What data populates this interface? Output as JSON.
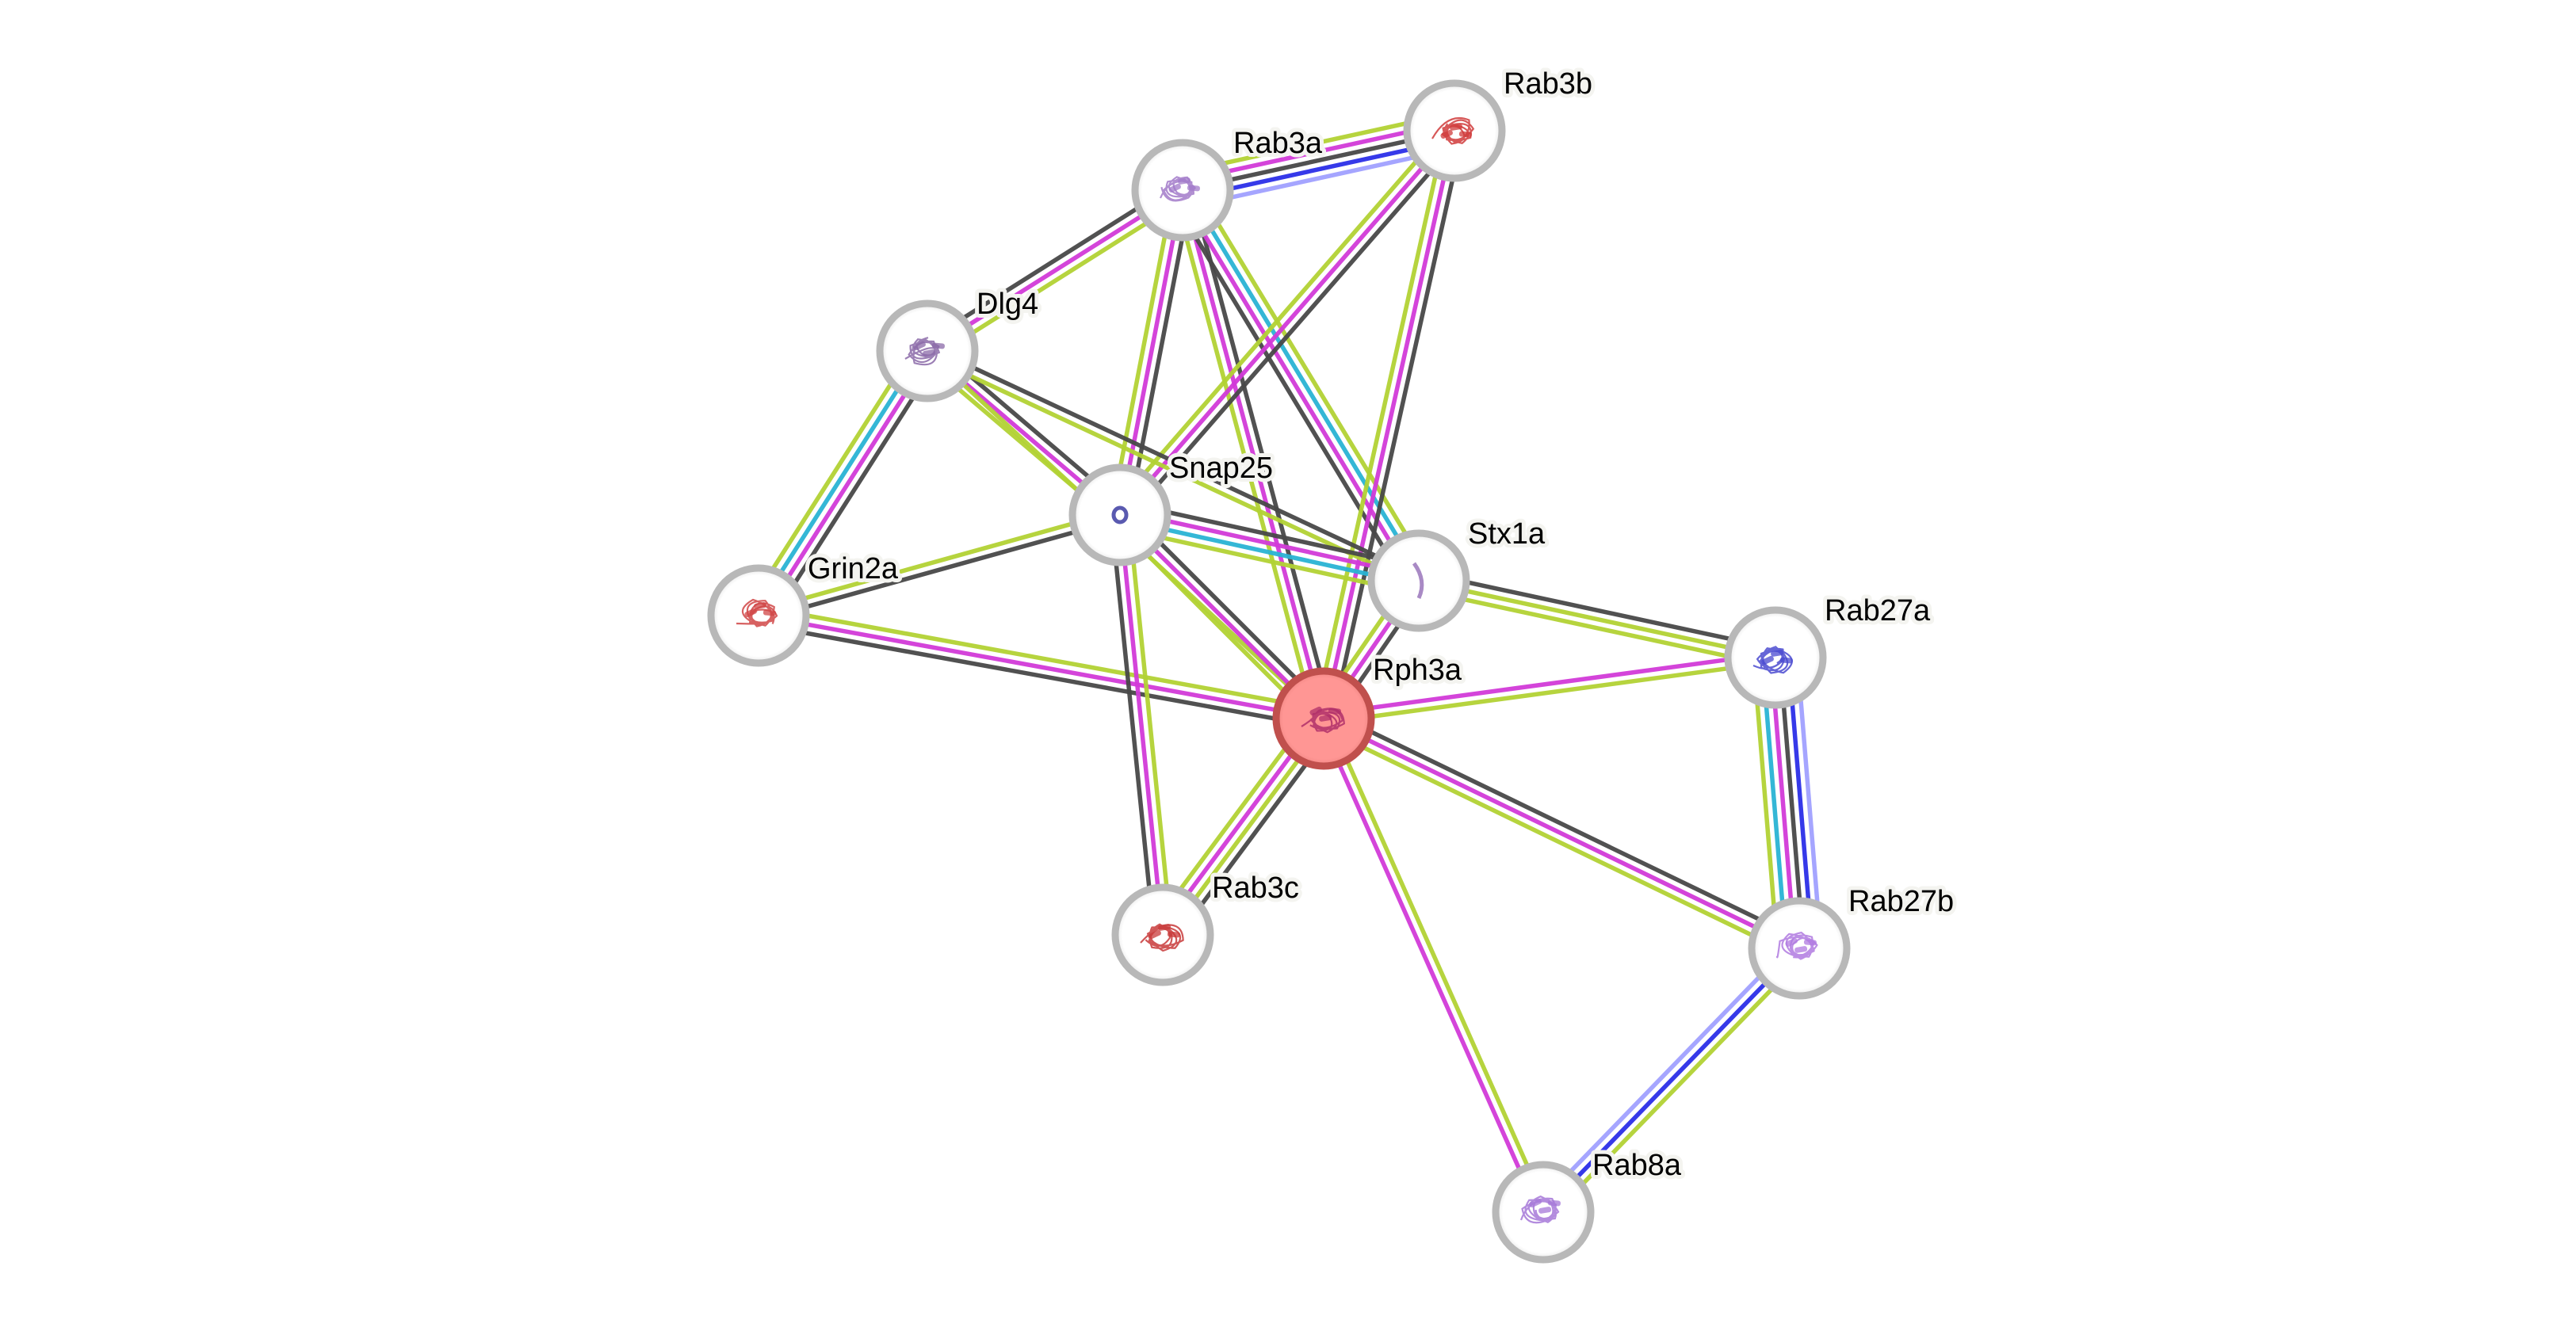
{
  "network": {
    "query_protein": "Rph3a",
    "colors": {
      "node_border": "#b8b8b8",
      "query_fill": "#ff9694",
      "query_border": "#c0504d",
      "label_halo": "#f4f4f0",
      "edge_green": "#b2d234",
      "edge_magenta": "#d23ad8",
      "edge_black": "#484848",
      "edge_blue": "#2b2ee8",
      "edge_lightblue": "#a0a0ff",
      "edge_cyan": "#29b3d4"
    },
    "nodes": [
      {
        "id": "Rph3a",
        "label": "Rph3a",
        "query": true,
        "structure_color": "#b0306a"
      },
      {
        "id": "Rab3a",
        "label": "Rab3a",
        "query": false,
        "structure_color": "#a27ac9"
      },
      {
        "id": "Rab3b",
        "label": "Rab3b",
        "query": false,
        "structure_color": "#d03b3b"
      },
      {
        "id": "Dlg4",
        "label": "Dlg4",
        "query": false,
        "structure_color": "#8b6aa8"
      },
      {
        "id": "Snap25",
        "label": "Snap25",
        "query": false,
        "structure_color": "#5a5ab0"
      },
      {
        "id": "Stx1a",
        "label": "Stx1a",
        "query": false,
        "structure_color": "#a98ac5"
      },
      {
        "id": "Grin2a",
        "label": "Grin2a",
        "query": false,
        "structure_color": "#d04545"
      },
      {
        "id": "Rab27a",
        "label": "Rab27a",
        "query": false,
        "structure_color": "#4a4ad0"
      },
      {
        "id": "Rab27b",
        "label": "Rab27b",
        "query": false,
        "structure_color": "#b07ae0"
      },
      {
        "id": "Rab3c",
        "label": "Rab3c",
        "query": false,
        "structure_color": "#c83a3a"
      },
      {
        "id": "Rab8a",
        "label": "Rab8a",
        "query": false,
        "structure_color": "#a678d8"
      }
    ],
    "edges": [
      {
        "a": "Rab3a",
        "b": "Rab3b",
        "evidence": [
          "edge_green",
          "edge_magenta",
          "edge_black",
          "edge_blue",
          "edge_lightblue"
        ]
      },
      {
        "a": "Rab3a",
        "b": "Dlg4",
        "evidence": [
          "edge_green",
          "edge_magenta",
          "edge_black"
        ]
      },
      {
        "a": "Rab3a",
        "b": "Snap25",
        "evidence": [
          "edge_black",
          "edge_magenta",
          "edge_green"
        ]
      },
      {
        "a": "Rab3a",
        "b": "Rph3a",
        "evidence": [
          "edge_black",
          "edge_magenta",
          "edge_green"
        ]
      },
      {
        "a": "Rab3a",
        "b": "Stx1a",
        "evidence": [
          "edge_green",
          "edge_cyan",
          "edge_magenta",
          "edge_black"
        ]
      },
      {
        "a": "Rab3b",
        "b": "Snap25",
        "evidence": [
          "edge_black",
          "edge_magenta",
          "edge_green"
        ]
      },
      {
        "a": "Rab3b",
        "b": "Rph3a",
        "evidence": [
          "edge_black",
          "edge_magenta",
          "edge_green"
        ]
      },
      {
        "a": "Dlg4",
        "b": "Grin2a",
        "evidence": [
          "edge_black",
          "edge_magenta",
          "edge_cyan",
          "edge_green"
        ]
      },
      {
        "a": "Dlg4",
        "b": "Snap25",
        "evidence": [
          "edge_black",
          "edge_magenta",
          "edge_green"
        ]
      },
      {
        "a": "Dlg4",
        "b": "Stx1a",
        "evidence": [
          "edge_black",
          "edge_green"
        ]
      },
      {
        "a": "Dlg4",
        "b": "Rph3a",
        "evidence": [
          "edge_green"
        ]
      },
      {
        "a": "Grin2a",
        "b": "Snap25",
        "evidence": [
          "edge_green",
          "edge_black"
        ]
      },
      {
        "a": "Grin2a",
        "b": "Rph3a",
        "evidence": [
          "edge_green",
          "edge_magenta",
          "edge_black"
        ]
      },
      {
        "a": "Snap25",
        "b": "Stx1a",
        "evidence": [
          "edge_black",
          "edge_magenta",
          "edge_cyan",
          "edge_green"
        ]
      },
      {
        "a": "Snap25",
        "b": "Rph3a",
        "evidence": [
          "edge_black",
          "edge_magenta",
          "edge_green"
        ]
      },
      {
        "a": "Snap25",
        "b": "Rab3c",
        "evidence": [
          "edge_green",
          "edge_magenta",
          "edge_black"
        ]
      },
      {
        "a": "Stx1a",
        "b": "Rph3a",
        "evidence": [
          "edge_black",
          "edge_magenta",
          "edge_green"
        ]
      },
      {
        "a": "Stx1a",
        "b": "Rab27a",
        "evidence": [
          "edge_black",
          "edge_green",
          "edge_green"
        ]
      },
      {
        "a": "Rph3a",
        "b": "Rab27a",
        "evidence": [
          "edge_magenta",
          "edge_green"
        ]
      },
      {
        "a": "Rph3a",
        "b": "Rab27b",
        "evidence": [
          "edge_black",
          "edge_magenta",
          "edge_green"
        ]
      },
      {
        "a": "Rph3a",
        "b": "Rab3c",
        "evidence": [
          "edge_black",
          "edge_green",
          "edge_magenta",
          "edge_green"
        ]
      },
      {
        "a": "Rph3a",
        "b": "Rab8a",
        "evidence": [
          "edge_green",
          "edge_magenta"
        ]
      },
      {
        "a": "Rab27a",
        "b": "Rab27b",
        "evidence": [
          "edge_lightblue",
          "edge_blue",
          "edge_black",
          "edge_magenta",
          "edge_cyan",
          "edge_green"
        ]
      },
      {
        "a": "Rab27b",
        "b": "Rab8a",
        "evidence": [
          "edge_green",
          "edge_blue",
          "edge_lightblue"
        ]
      }
    ]
  }
}
